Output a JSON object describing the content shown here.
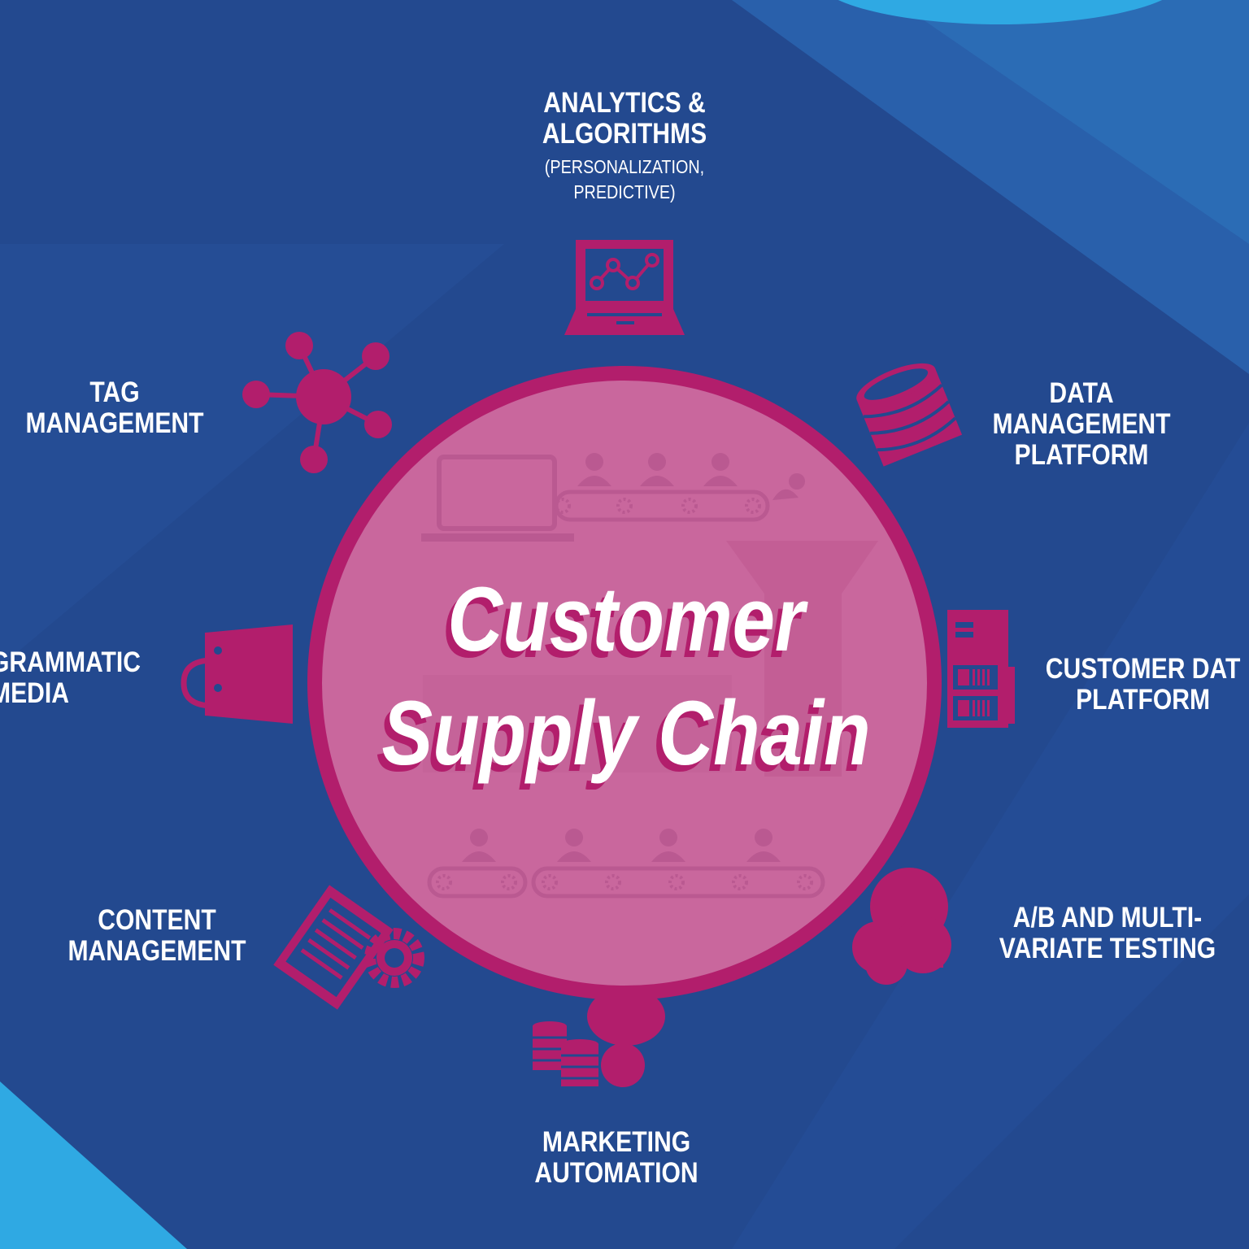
{
  "title": {
    "line1": "Customer",
    "line2": "Supply Chain"
  },
  "nodes": {
    "analytics": {
      "line1": "ANALYTICS &",
      "line2": "ALGORITHMS",
      "sub1": "(PERSONALIZATION,",
      "sub2": "PREDICTIVE)",
      "icon": "laptop-chart-icon"
    },
    "dmp": {
      "line1": "DATA",
      "line2": "MANAGEMENT",
      "line3": "PLATFORM",
      "icon": "database-icon"
    },
    "cdp": {
      "line1": "CUSTOMER DAT",
      "line2": "PLATFORM",
      "icon": "server-icon"
    },
    "ab": {
      "line1": "A/B AND MULTI-",
      "line2": "VARIATE TESTING",
      "icon": "cloud-icon"
    },
    "marketing": {
      "line1": "MARKETING",
      "line2": "AUTOMATION",
      "icon": "coins-icon"
    },
    "content": {
      "line1": "CONTENT",
      "line2": "MANAGEMENT",
      "icon": "document-gear-icon"
    },
    "programmatic": {
      "line1": "GRAMMATIC",
      "line2": "MEDIA",
      "icon": "shopping-bag-icon"
    },
    "tag": {
      "line1": "TAG",
      "line2": "MANAGEMENT",
      "icon": "network-hub-icon"
    }
  },
  "colors": {
    "background": "#23498f",
    "magenta": "#b21e6c",
    "circle_fill": "#c9679d",
    "light_blue": "#2fa9e3",
    "text": "#ffffff"
  }
}
